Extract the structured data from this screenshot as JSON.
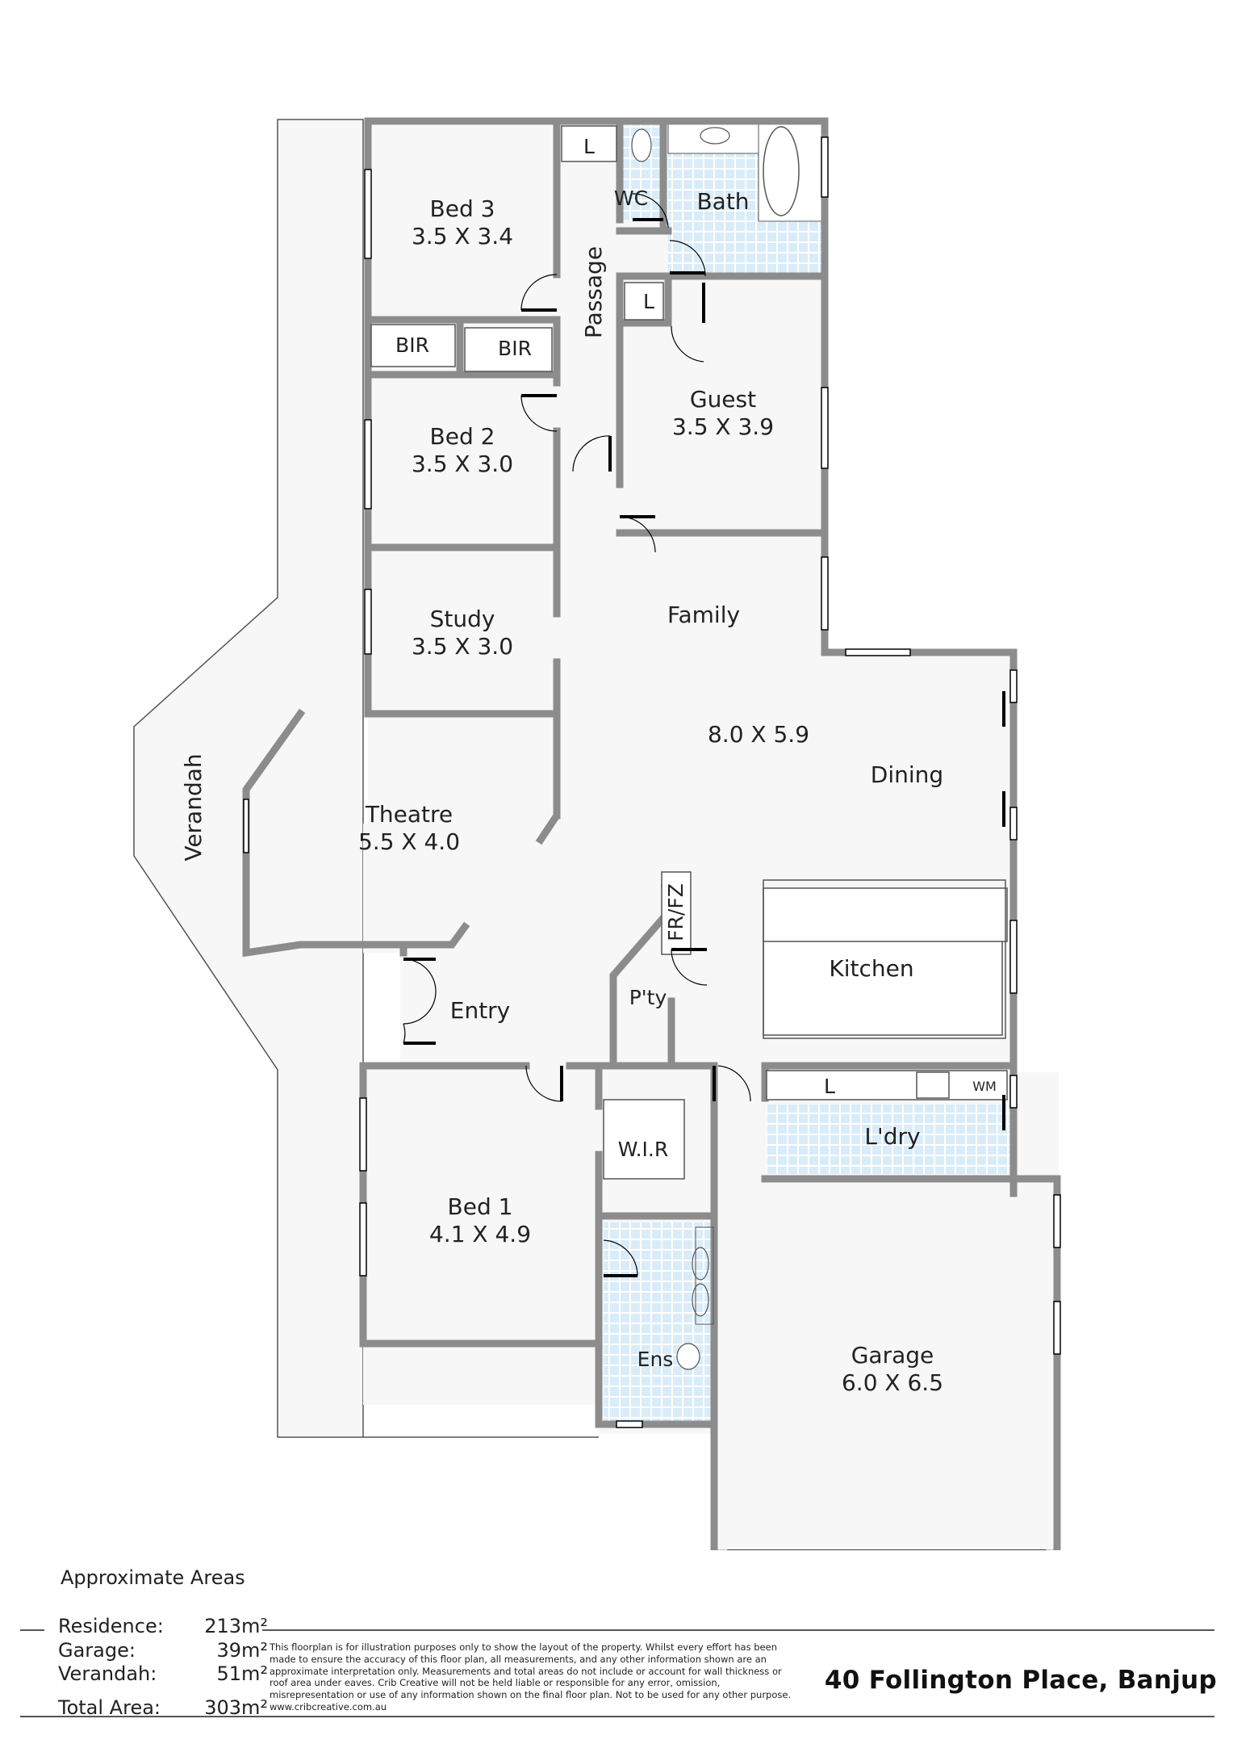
{
  "plan": {
    "rooms": [
      {
        "id": "bed3",
        "name": "Bed 3",
        "dims": "3.5 X 3.4"
      },
      {
        "id": "bed2",
        "name": "Bed 2",
        "dims": "3.5 X 3.0"
      },
      {
        "id": "guest",
        "name": "Guest",
        "dims": "3.5 X 3.9"
      },
      {
        "id": "study",
        "name": "Study",
        "dims": "3.5 X 3.0"
      },
      {
        "id": "theatre",
        "name": "Theatre",
        "dims": "5.5 X 4.0"
      },
      {
        "id": "family",
        "name": "Family",
        "dims": "8.0 X 5.9"
      },
      {
        "id": "dining",
        "name": "Dining",
        "dims": ""
      },
      {
        "id": "kitchen",
        "name": "Kitchen",
        "dims": ""
      },
      {
        "id": "bed1",
        "name": "Bed 1",
        "dims": "4.1 X 4.9"
      },
      {
        "id": "garage",
        "name": "Garage",
        "dims": "6.0 X 6.5"
      }
    ],
    "labels": {
      "linen_top": "L",
      "wc": "WC",
      "bath": "Bath",
      "passage": "Passage",
      "linen_mid": "L",
      "bir_left": "BIR",
      "bir_right": "BIR",
      "verandah": "Verandah",
      "entry": "Entry",
      "pantry": "P'ty",
      "fridge": "FR/FZ",
      "laundry": "L'dry",
      "laundry_linen": "L",
      "washing_machine": "WM",
      "wir": "W.I.R",
      "ensuite": "Ens"
    },
    "colors": {
      "wall": "#8c8c8c",
      "floor": "#f7f7f7",
      "wet_area": "#d9ecf8",
      "tile_line": "#ffffff",
      "door_jamb": "#000000"
    }
  },
  "footer": {
    "areas_title": "Approximate Areas",
    "areas": [
      {
        "label": "Residence:",
        "value": "213m²"
      },
      {
        "label": "Garage:",
        "value": "39m²"
      },
      {
        "label": "Verandah:",
        "value": "51m²"
      },
      {
        "label": "Total Area:",
        "value": "303m²"
      }
    ],
    "disclaimer": "This floorplan is for illustration purposes only to show the layout of the property. Whilst every effort has been made to ensure the accuracy of this floor plan, all measurements, and any other information shown are an approximate interpretation only. Measurements and total areas do not include or account for wall thickness or roof area under eaves. Crib Creative will not be held liable or responsible for any error, omission, misrepresentation or use of any information shown on the final floor plan. Not to be used for any other purpose.",
    "website": "www.cribcreative.com.au",
    "address": "40 Follington Place, Banjup"
  }
}
